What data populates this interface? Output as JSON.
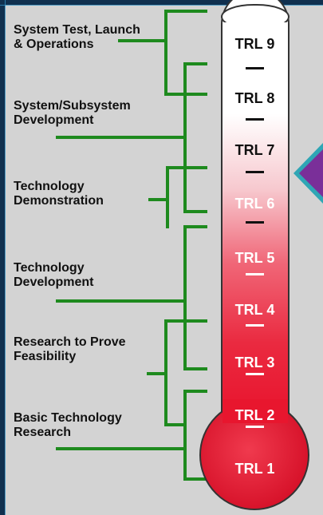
{
  "stages": [
    {
      "id": "stage-system-test",
      "label": "System Test, Launch\n& Operations"
    },
    {
      "id": "stage-system-dev",
      "label": "System/Subsystem\nDevelopment"
    },
    {
      "id": "stage-tech-demo",
      "label": "Technology\nDemonstration"
    },
    {
      "id": "stage-tech-dev",
      "label": "Technology\nDevelopment"
    },
    {
      "id": "stage-research-feasibility",
      "label": "Research to Prove\nFeasibility"
    },
    {
      "id": "stage-basic-research",
      "label": "Basic Technology\nResearch"
    }
  ],
  "levels": [
    {
      "label": "TRL 9",
      "color": "#111111"
    },
    {
      "label": "TRL 8",
      "color": "#111111"
    },
    {
      "label": "TRL 7",
      "color": "#111111"
    },
    {
      "label": "TRL 6",
      "color": "#ffffff"
    },
    {
      "label": "TRL 5",
      "color": "#ffffff"
    },
    {
      "label": "TRL 4",
      "color": "#ffffff"
    },
    {
      "label": "TRL 3",
      "color": "#ffffff"
    },
    {
      "label": "TRL 2",
      "color": "#ffffff"
    },
    {
      "label": "TRL 1",
      "color": "#ffffff"
    }
  ],
  "colors": {
    "connector": "#1e8a1e",
    "thermometer_top": "#ffffff",
    "thermometer_bottom": "#e8102a",
    "bulb": "#e8102a",
    "pointer": "#7a2f99"
  }
}
